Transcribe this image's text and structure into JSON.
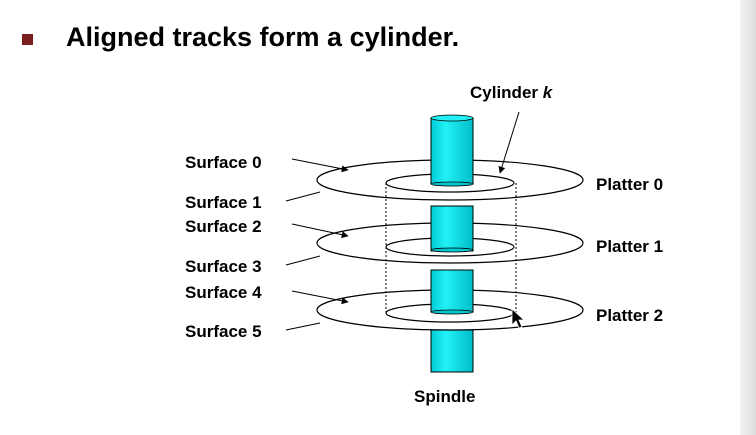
{
  "slide": {
    "title": "Aligned tracks form a cylinder."
  },
  "diagram": {
    "cylinder_label": "Cylinder ",
    "cylinder_var": "k",
    "surfaces": [
      "Surface 0",
      "Surface 1",
      "Surface 2",
      "Surface 3",
      "Surface 4",
      "Surface 5"
    ],
    "platters": [
      "Platter 0",
      "Platter 1",
      "Platter 2"
    ],
    "spindle_label": "Spindle",
    "colors": {
      "spindle_fill": "#00e5ee",
      "spindle_stroke": "#000000",
      "bullet": "#7b1e1e"
    }
  }
}
